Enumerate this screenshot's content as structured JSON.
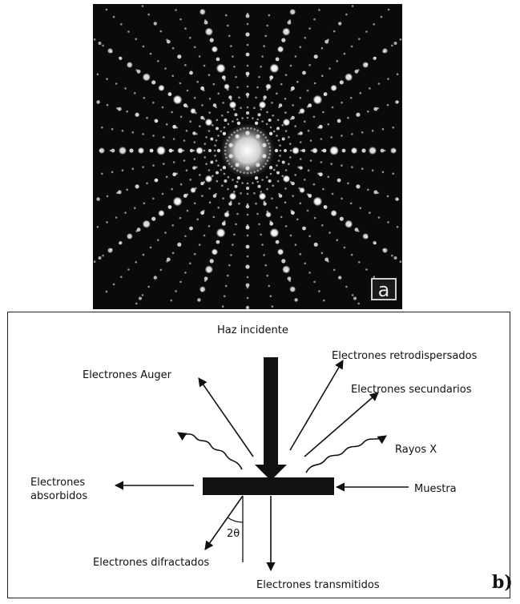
{
  "panel_a": {
    "corner_tag": "a"
  },
  "panel_b": {
    "corner_tag": "b)",
    "labels": {
      "beam": "Haz incidente",
      "backscattered": "Electrones retrodispersados",
      "auger": "Electrones Auger",
      "secondary": "Electrones secundarios",
      "xrays": "Rayos X",
      "absorbed_1": "Electrones",
      "absorbed_2": "absorbidos",
      "sample": "Muestra",
      "angle": "2θ",
      "diffracted": "Electrones difractados",
      "transmitted": "Electrones transmitidos"
    }
  }
}
